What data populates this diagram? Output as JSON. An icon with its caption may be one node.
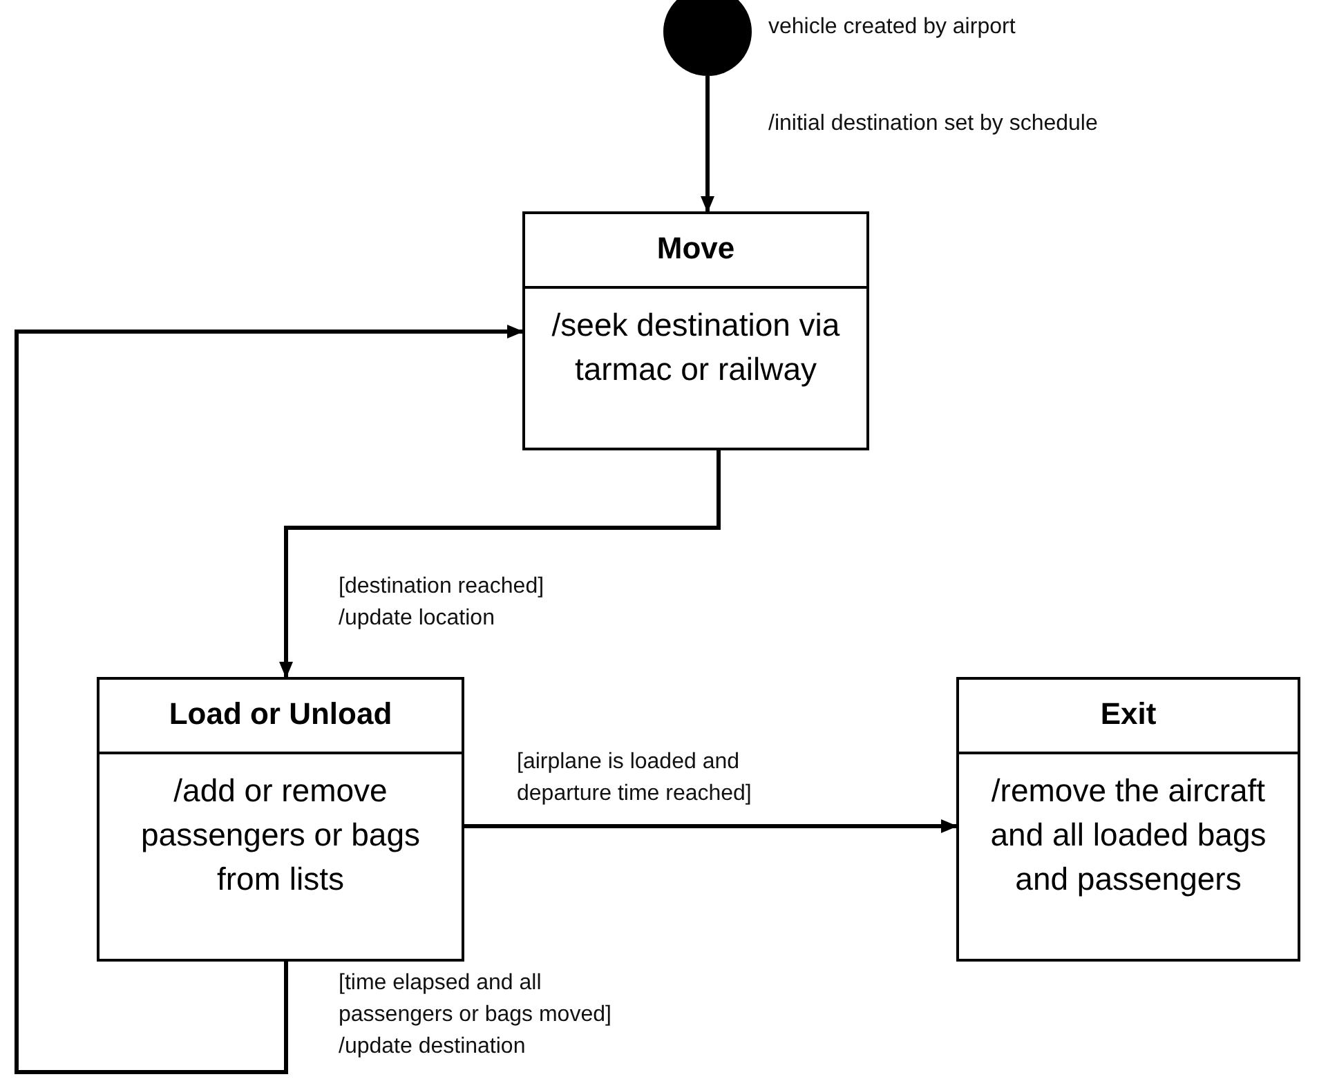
{
  "diagram": {
    "nodes": [
      {
        "text": [],
        "shape": "circle",
        "beside": [
          "vehicle created by airport"
        ]
      },
      {
        "text": [
          "Move",
          "/seek destination via tarmac or railway"
        ]
      },
      {
        "text": [
          "Load or Unload",
          "/add or remove passengers or bags from lists"
        ]
      },
      {
        "text": [
          "Exit",
          "/remove the aircraft and all loaded bags and passengers"
        ]
      }
    ],
    "edges": [
      {
        "from": 0,
        "to": 1,
        "arrow": "to",
        "label": "/initial destination set by schedule"
      },
      {
        "from": 1,
        "to": 2,
        "arrow": "to",
        "label": "[destination reached] /update location"
      },
      {
        "from": 2,
        "to": 3,
        "arrow": "to",
        "label": "[airplane is loaded and departure time reached]"
      },
      {
        "from": 2,
        "to": 1,
        "arrow": "to",
        "label": "[time elapsed and all passengers or bags moved] /update destination"
      }
    ]
  }
}
